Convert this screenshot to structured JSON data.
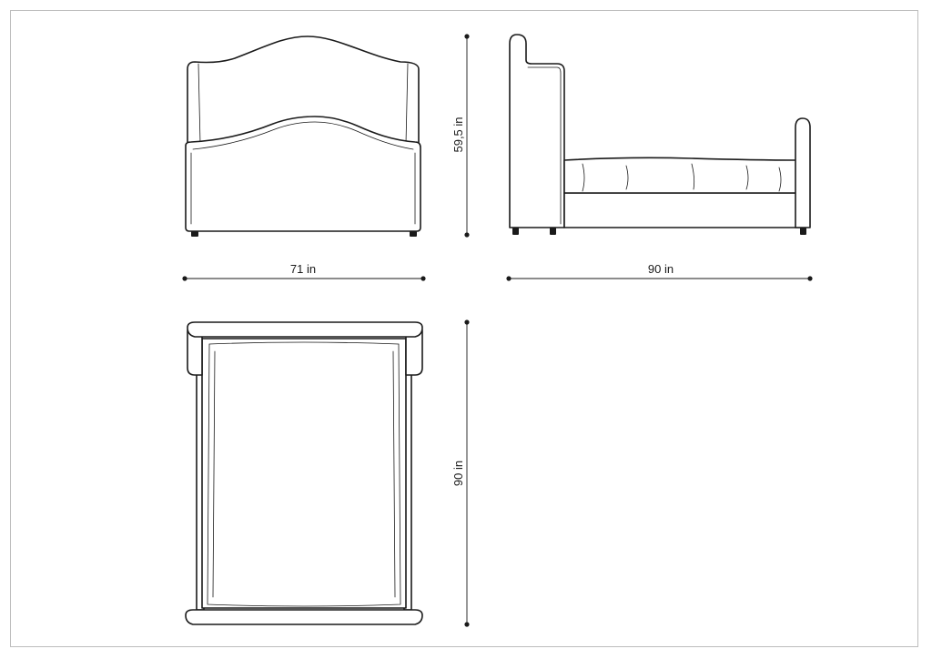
{
  "views": {
    "front": "front view",
    "side": "side view",
    "top": "top view"
  },
  "dimensions": {
    "front_height": "59,5 in",
    "front_width": "71 in",
    "side_length": "90 in",
    "top_length": "90 in"
  },
  "colors": {
    "line": "#1a1a1a",
    "frame": "#bdbdbd",
    "background": "#ffffff"
  }
}
